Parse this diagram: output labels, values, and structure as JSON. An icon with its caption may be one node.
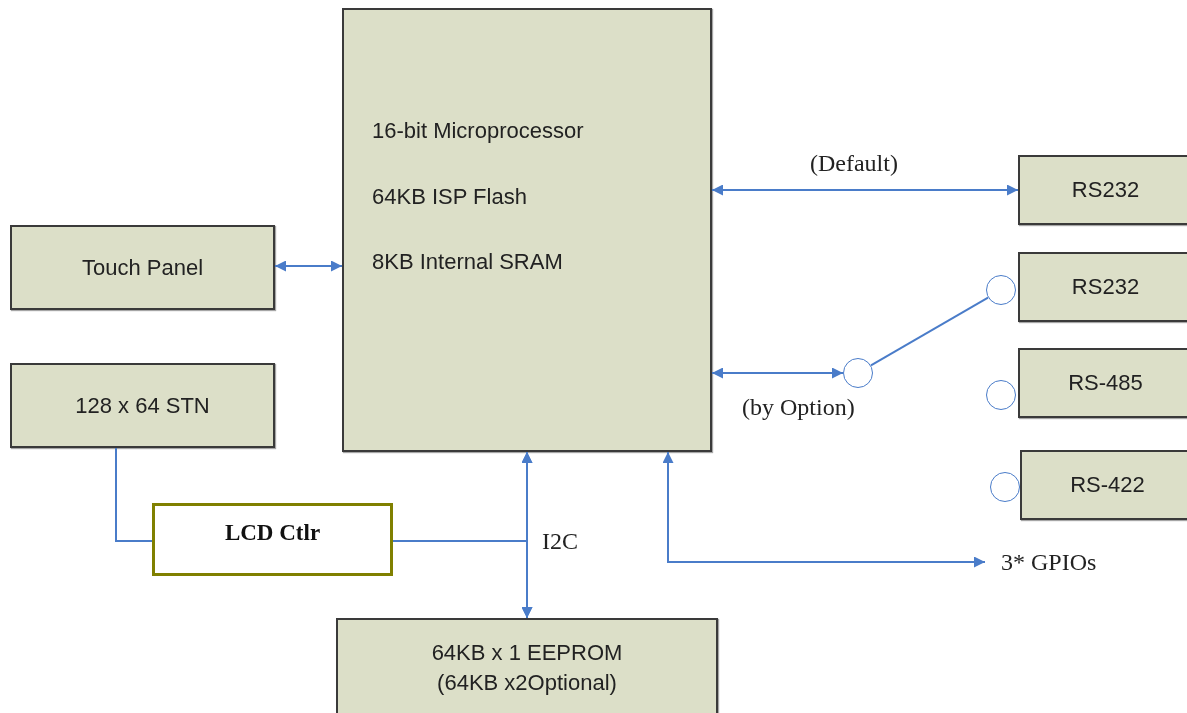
{
  "diagram": {
    "nodes": [
      {
        "text": [
          "16-bit Microprocessor",
          "64KB ISP Flash",
          "8KB Internal SRAM"
        ]
      },
      {
        "text": [
          "Touch Panel"
        ]
      },
      {
        "text": [
          "RS232"
        ]
      },
      {
        "text": [
          "RS232"
        ]
      },
      {
        "text": [
          "RS-485"
        ]
      },
      {
        "text": [
          "RS-422"
        ]
      },
      {
        "text": [
          "128 x 64 STN"
        ]
      },
      {
        "text": [
          "LCD Ctlr"
        ]
      },
      {
        "text": [
          "64KB x 1 EEPROM (64KB x2Optional)"
        ]
      },
      {
        "text": [],
        "shape": "circle"
      },
      {
        "text": [],
        "shape": "circle"
      },
      {
        "text": [],
        "shape": "circle"
      },
      {
        "text": [],
        "shape": "circle"
      },
      {
        "text": [
          "3* GPIOs"
        ]
      }
    ],
    "edges": [
      {
        "from": 1,
        "to": 0,
        "arrow": "both"
      },
      {
        "from": 0,
        "to": 2,
        "arrow": "both",
        "label": "(Default)"
      },
      {
        "from": 0,
        "to": 9,
        "arrow": "both",
        "label": "(by Option)"
      },
      {
        "from": 9,
        "to": 10,
        "arrow": "none"
      },
      {
        "from": 6,
        "to": 7,
        "arrow": "none"
      },
      {
        "from": 0,
        "to": 8,
        "arrow": "both",
        "label": "I2C"
      },
      {
        "from": 7,
        "to": 0,
        "arrow": "to"
      },
      {
        "from": 7,
        "to": 8,
        "arrow": "to"
      },
      {
        "from": 0,
        "to": 13,
        "arrow": "both"
      }
    ]
  }
}
